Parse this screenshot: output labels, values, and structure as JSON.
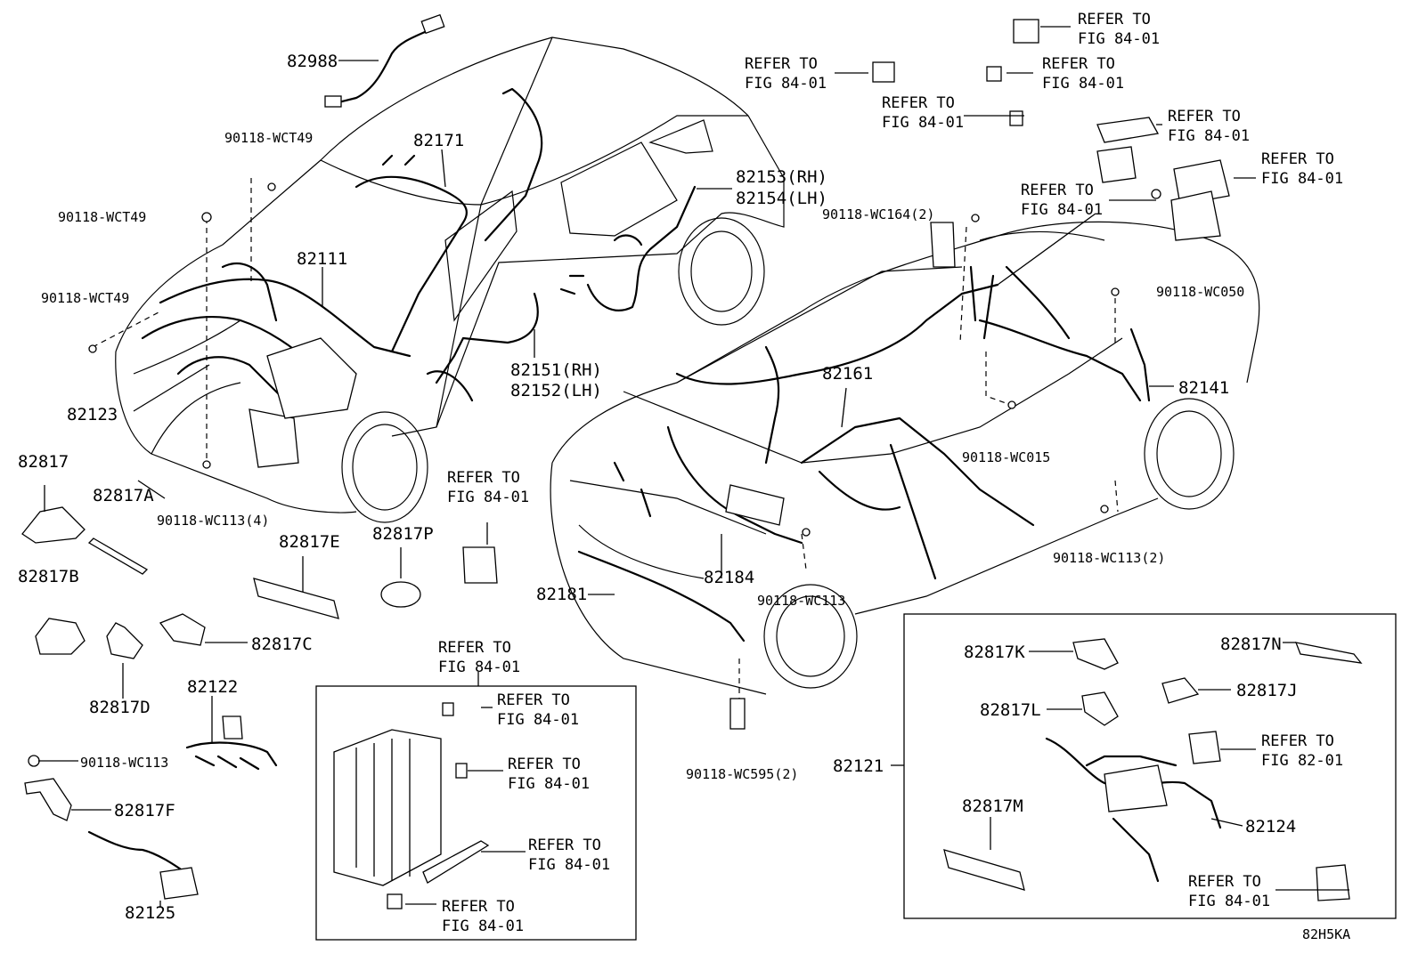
{
  "diagram_code": "82H5KA",
  "refer_text": [
    "REFER TO",
    "FIG 84-01",
    "FIG 82-01"
  ],
  "part_labels": {
    "p82988": "82988",
    "p82171": "82171",
    "p82153": "82153(RH)",
    "p82154": "82154(LH)",
    "p82111": "82111",
    "p82151": "82151(RH)",
    "p82152": "82152(LH)",
    "p82123": "82123",
    "p82161": "82161",
    "p82141": "82141",
    "p82184": "82184",
    "p82181": "82181",
    "p82121": "82121",
    "p82124": "82124",
    "p82122": "82122",
    "p82125": "82125",
    "p82817": "82817",
    "p82817A": "82817A",
    "p82817B": "82817B",
    "p82817C": "82817C",
    "p82817D": "82817D",
    "p82817E": "82817E",
    "p82817F": "82817F",
    "p82817P": "82817P",
    "p82817K": "82817K",
    "p82817L": "82817L",
    "p82817M": "82817M",
    "p82817N": "82817N",
    "p82817J": "82817J"
  },
  "bolt_labels": {
    "wct49_a": "90118-WCT49",
    "wct49_b": "90118-WCT49",
    "wct49_c": "90118-WCT49",
    "wc113_4": "90118-WC113(4)",
    "wc113_a": "90118-WC113",
    "wc113_b": "90118-WC113",
    "wc113_2": "90118-WC113(2)",
    "wc164_2": "90118-WC164(2)",
    "wc050": "90118-WC050",
    "wc015": "90118-WC015",
    "wc595_2": "90118-WC595(2)"
  }
}
